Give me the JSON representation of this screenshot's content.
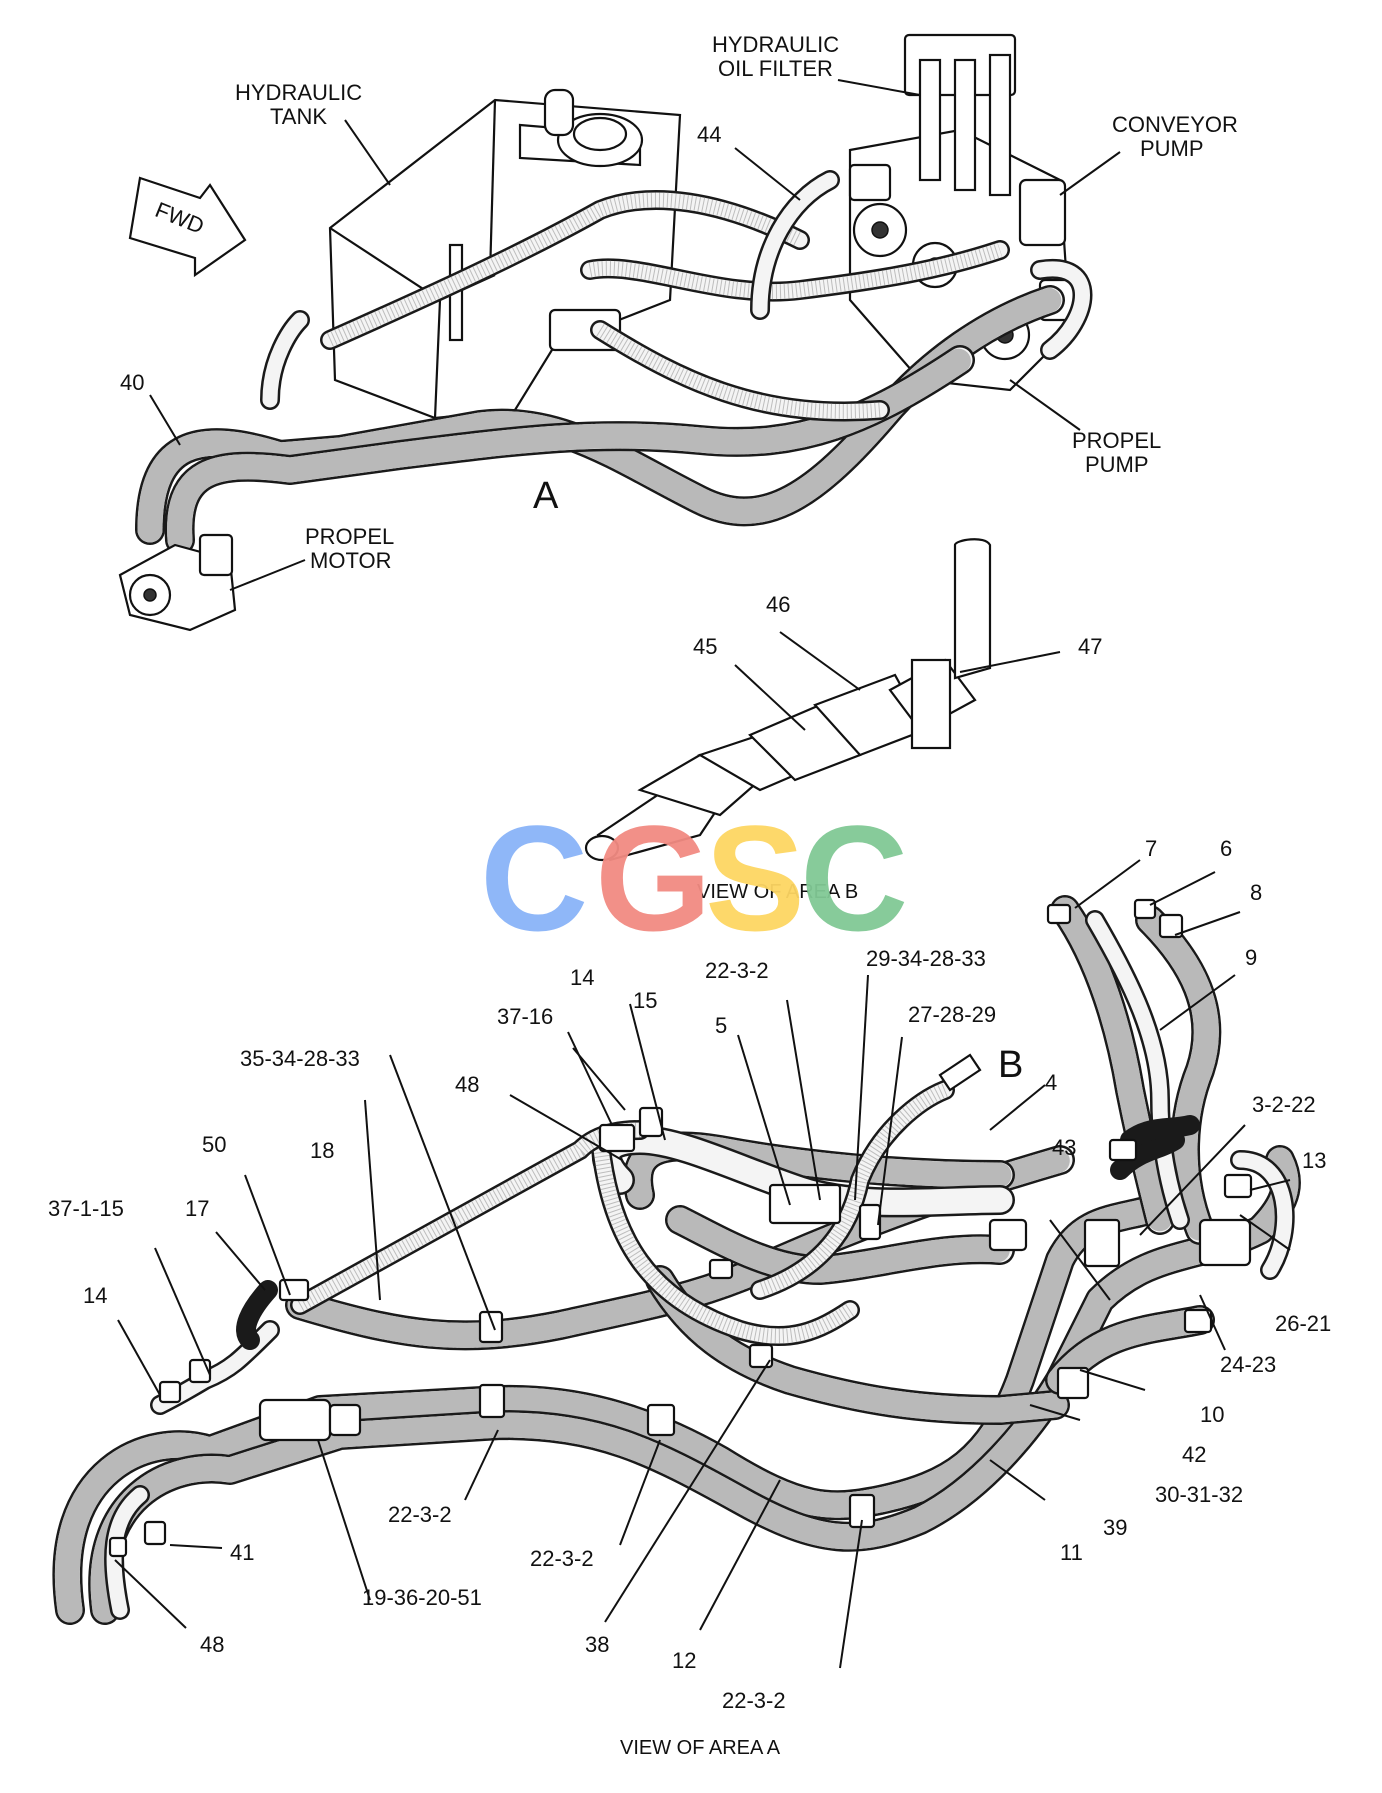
{
  "top_view": {
    "labels": {
      "hydraulic_tank": [
        "HYDRAULIC",
        "TANK"
      ],
      "hydraulic_oil_filter": [
        "HYDRAULIC",
        "OIL FILTER"
      ],
      "conveyor_pump": [
        "CONVEYOR",
        "PUMP"
      ],
      "propel_pump": [
        "PROPEL",
        "PUMP"
      ],
      "propel_motor": [
        "PROPEL",
        "MOTOR"
      ],
      "fwd": "FWD",
      "area_a": "A",
      "part_40": "40",
      "part_44": "44"
    }
  },
  "view_b": {
    "title": "VIEW OF AREA B",
    "parts": {
      "p45": "45",
      "p46": "46",
      "p47": "47"
    }
  },
  "view_a": {
    "title": "VIEW OF AREA A",
    "area_b": "B",
    "callouts": {
      "c7": "7",
      "c6": "6",
      "c8": "8",
      "c9": "9",
      "c22_top": "22-3-2",
      "c29_34": "29-34-28-33",
      "c27_28": "27-28-29",
      "c14_top": "14",
      "c15": "15",
      "c5": "5",
      "c37_16": "37-16",
      "c35_34": "35-34-28-33",
      "c48_top": "48",
      "c4": "4",
      "c43": "43",
      "c3_2_22": "3-2-22",
      "c13": "13",
      "c50": "50",
      "c18": "18",
      "c37_1_15": "37-1-15",
      "c17": "17",
      "c14_left": "14",
      "c26_21": "26-21",
      "c24_23": "24-23",
      "c10": "10",
      "c42": "42",
      "c30_31": "30-31-32",
      "c39": "39",
      "c11": "11",
      "c22_a": "22-3-2",
      "c22_b": "22-3-2",
      "c41": "41",
      "c19": "19-36-20-51",
      "c48_bottom": "48",
      "c38": "38",
      "c12": "12",
      "c22_c": "22-3-2"
    }
  },
  "watermark": {
    "letters": [
      "C",
      "G",
      "S",
      "C"
    ],
    "colors": [
      "#8ab4f8",
      "#f28b82",
      "#fdd663",
      "#81c995"
    ]
  }
}
